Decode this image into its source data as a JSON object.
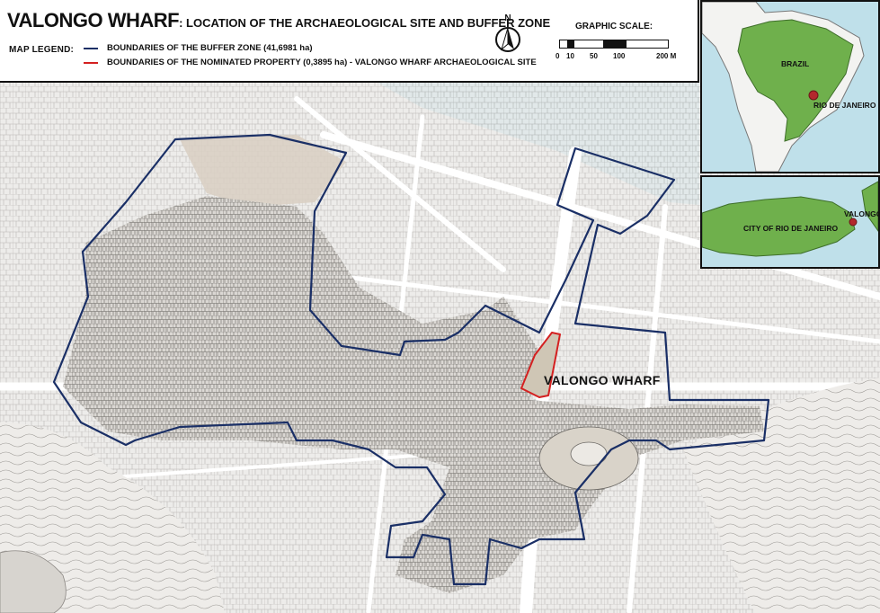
{
  "title": {
    "main": "VALONGO WHARF",
    "sub": ": LOCATION OF THE ARCHAEOLOGICAL SITE AND BUFFER ZONE"
  },
  "legend": {
    "heading": "MAP LEGEND:",
    "items": [
      {
        "label": "BOUNDARIES OF THE BUFFER ZONE (41,6981 ha)",
        "color": "#1a2f66"
      },
      {
        "label": "BOUNDARIES OF THE NOMINATED PROPERTY (0,3895 ha) - VALONGO WHARF ARCHAEOLOGICAL SITE",
        "color": "#d42020"
      }
    ]
  },
  "north": {
    "label": "N"
  },
  "scale": {
    "title": "GRAPHIC SCALE:",
    "ticks": [
      "0",
      "10",
      "50",
      "100",
      "200 M"
    ]
  },
  "inset_continent": {
    "country_label": "BRAZIL",
    "city_label": "RIO DE JANEIRO",
    "land_color": "#6fb04c",
    "sea_color": "#bfe0ea"
  },
  "inset_city": {
    "city_label": "CITY OF RIO DE JANEIRO",
    "site_label": "VALONGO",
    "land_color": "#6fb04c",
    "sea_color": "#bfe0ea",
    "marker_color": "#b3282d"
  },
  "map": {
    "site_label": "VALONGO WHARF",
    "water_color": "#bfe0ea",
    "buffer_color": "#1a2f66",
    "property_color": "#d42020"
  }
}
